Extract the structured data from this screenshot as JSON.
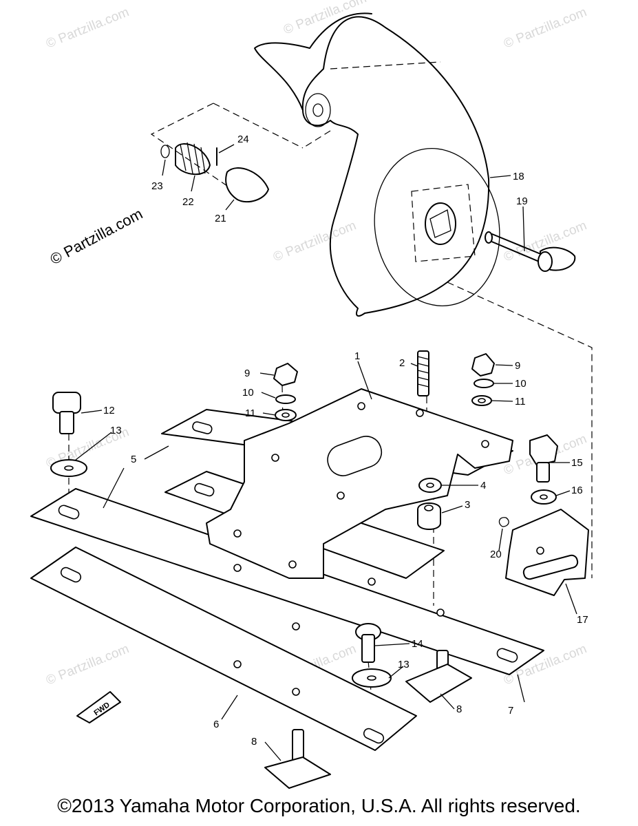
{
  "watermarks": {
    "dark": "© Partzilla.com",
    "light": "© Partzilla.com"
  },
  "labels": {
    "p1": "1",
    "p2": "2",
    "p3": "3",
    "p4": "4",
    "p5": "5",
    "p6": "6",
    "p7": "7",
    "p8a": "8",
    "p8b": "8",
    "p9a": "9",
    "p9b": "9",
    "p10a": "10",
    "p10b": "10",
    "p11a": "11",
    "p11b": "11",
    "p12": "12",
    "p13a": "13",
    "p13b": "13",
    "p14": "14",
    "p15": "15",
    "p16": "16",
    "p17": "17",
    "p18": "18",
    "p19": "19",
    "p20": "20",
    "p21": "21",
    "p22": "22",
    "p23": "23",
    "p24": "24"
  },
  "fwd_marker": "FWD",
  "copyright": "©2013  Yamaha Motor Corporation, U.S.A. All rights reserved."
}
